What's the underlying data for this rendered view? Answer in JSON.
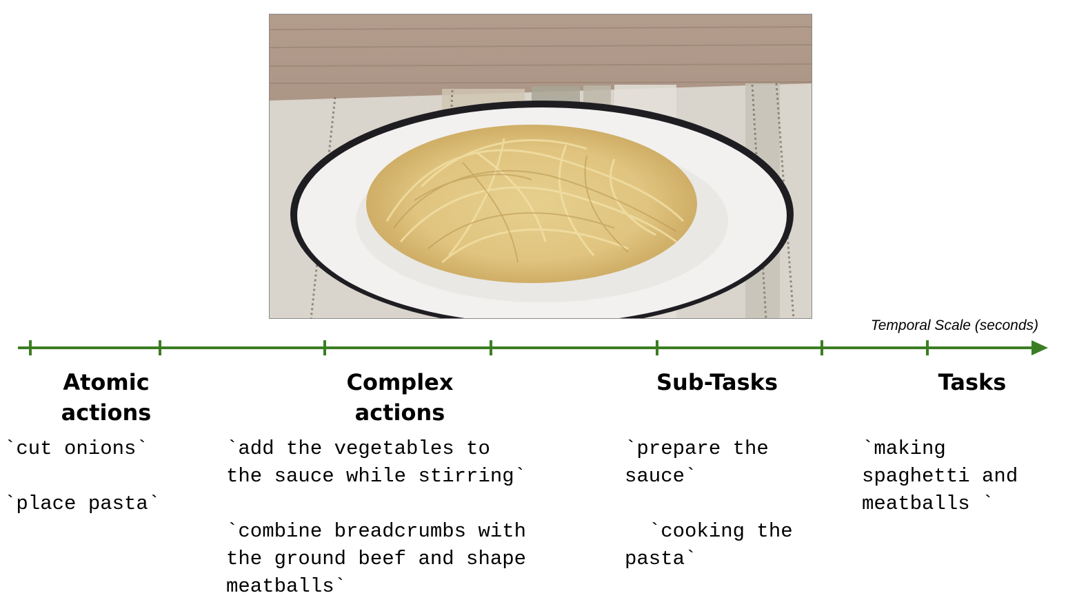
{
  "axis": {
    "label": "Temporal Scale (seconds)",
    "color": "#3b7d23"
  },
  "photo": {
    "icon": "spaghetti-plate-photo"
  },
  "categories": [
    {
      "name": "Atomic\nactions",
      "examples": [
        "`cut onions`",
        "`place pasta`"
      ]
    },
    {
      "name": "Complex\nactions",
      "examples": [
        "`add the vegetables to\nthe sauce while stirring`",
        "`combine breadcrumbs with\nthe ground beef and shape\nmeatballs`"
      ]
    },
    {
      "name": "Sub-Tasks",
      "examples": [
        "`prepare the\nsauce`",
        "  `cooking the\npasta`"
      ]
    },
    {
      "name": "Tasks",
      "examples": [
        "`making\nspaghetti and\nmeatballs `"
      ]
    }
  ]
}
